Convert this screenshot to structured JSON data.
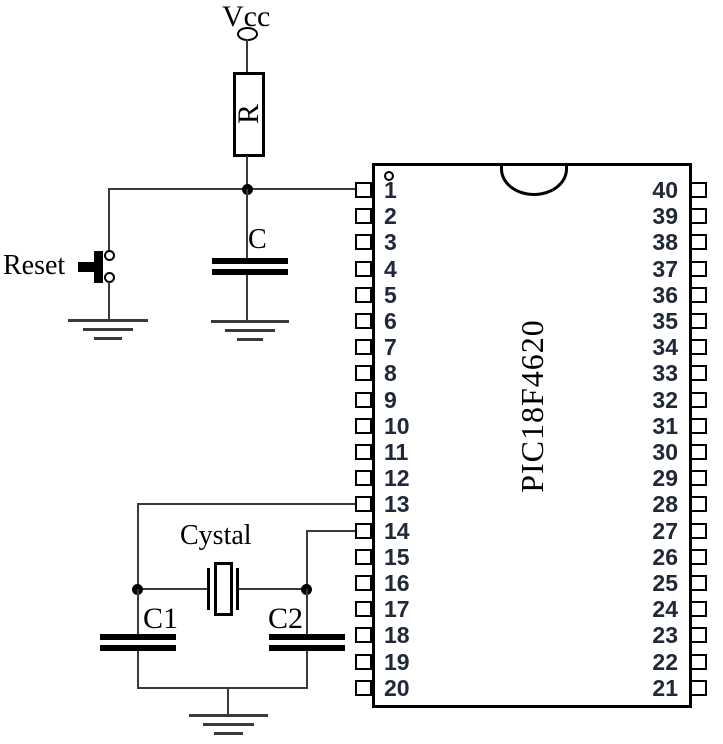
{
  "labels": {
    "vcc": "Vcc",
    "resistor": "R",
    "reset": "Reset",
    "cap_c": "C",
    "crystal": "Cystal",
    "cap_c1": "C1",
    "cap_c2": "C2"
  },
  "ic": {
    "name": "PIC18F4620",
    "left_pins": [
      "1",
      "2",
      "3",
      "4",
      "5",
      "6",
      "7",
      "8",
      "9",
      "10",
      "11",
      "12",
      "13",
      "14",
      "15",
      "16",
      "17",
      "18",
      "19",
      "20"
    ],
    "right_pins": [
      "40",
      "39",
      "38",
      "37",
      "36",
      "35",
      "34",
      "33",
      "32",
      "31",
      "30",
      "29",
      "28",
      "27",
      "26",
      "25",
      "24",
      "23",
      "22",
      "21"
    ]
  },
  "colors": {
    "background": "#ffffff",
    "stroke": "#000000",
    "wire": "#3a3a3a",
    "pin_number": "#20283a"
  }
}
